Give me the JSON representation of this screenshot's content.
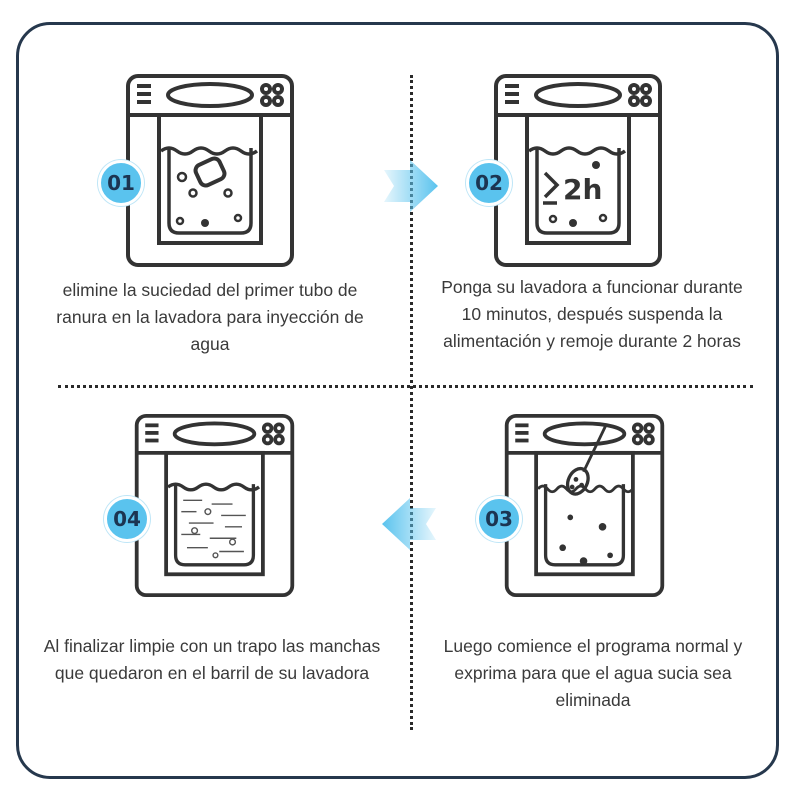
{
  "steps": [
    {
      "number": "01",
      "text": "elimine la suciedad del primer tubo de ranura en la lavadora para inyección de agua",
      "icon": "water-inlet-tablet-icon"
    },
    {
      "number": "02",
      "text": "Ponga su lavadora a funcionar durante 10 minutos, después suspenda la alimentación y remoje durante 2 horas",
      "icon": "soak-timer-icon",
      "timer_label": "2h"
    },
    {
      "number": "03",
      "text": "Luego comience el programa normal y exprima para que el agua sucia sea eliminada",
      "icon": "spoon-scrub-icon"
    },
    {
      "number": "04",
      "text": "Al finalizar limpie con un trapo las manchas que quedaron en el barril de su lavadora",
      "icon": "clean-drum-icon"
    }
  ],
  "colors": {
    "badge": "#5ac3ee",
    "frame": "#26384d",
    "line_art": "#333333",
    "arrow": "#5ac3ee"
  }
}
